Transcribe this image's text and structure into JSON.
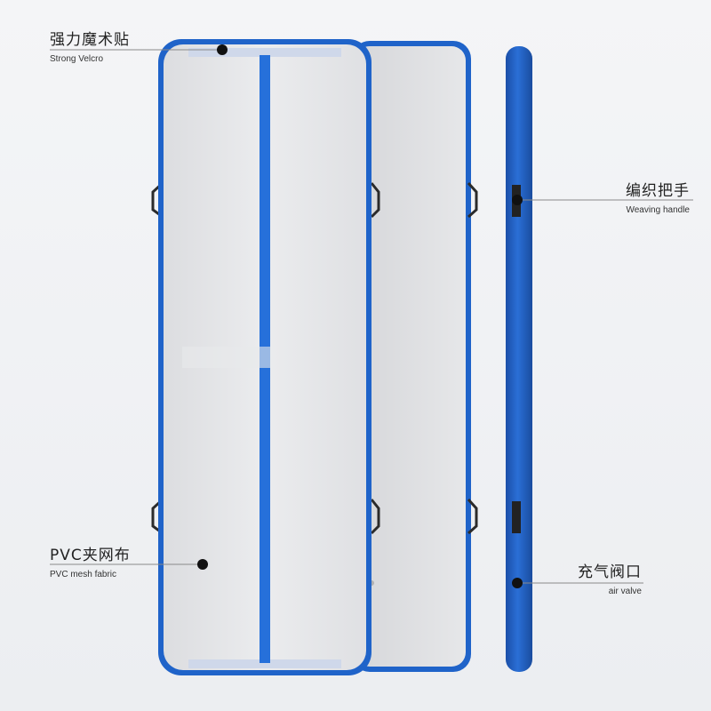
{
  "callouts": {
    "velcro": {
      "zh": "强力魔术贴",
      "en": "Strong Velcro"
    },
    "pvc": {
      "zh": "PVC夹网布",
      "en": "PVC mesh fabric"
    },
    "handle": {
      "zh": "编织把手",
      "en": "Weaving handle"
    },
    "valve": {
      "zh": "充气阀口",
      "en": "air valve"
    }
  },
  "colors": {
    "accent_blue": "#1f63c9",
    "mat_surface": "#e3e4e6",
    "background": "#f0f1f3",
    "label_text": "#222222"
  }
}
